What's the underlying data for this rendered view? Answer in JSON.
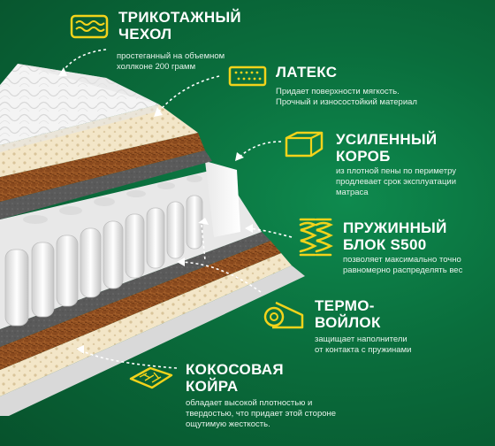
{
  "colors": {
    "accent": "#f2d31b",
    "background": "#0a6d3c"
  },
  "features": [
    {
      "id": "knit",
      "icon": "quilted-cover-icon",
      "title_lines": [
        "ТРИКОТАЖНЫЙ",
        "ЧЕХОЛ"
      ],
      "desc_lines": [
        "простеганный на объемном",
        "холлконе 200 грамм"
      ]
    },
    {
      "id": "latex",
      "icon": "latex-layer-icon",
      "title_lines": [
        "ЛАТЕКС"
      ],
      "desc_lines": [
        "Придает поверхности мягкость.",
        "Прочный и износостойкий материал"
      ]
    },
    {
      "id": "box",
      "icon": "box-frame-icon",
      "title_lines": [
        "УСИЛЕННЫЙ",
        "КОРОБ"
      ],
      "desc_lines": [
        "из плотной пены по периметру",
        "продлевает срок эксплуатации",
        "матраса"
      ]
    },
    {
      "id": "spring",
      "icon": "spring-icon",
      "title_lines": [
        "ПРУЖИННЫЙ",
        "БЛОК S500"
      ],
      "desc_lines": [
        "позволяет максимально точно",
        "равномерно распределять вес"
      ]
    },
    {
      "id": "felt",
      "icon": "felt-roll-icon",
      "title_lines": [
        "ТЕРМО-",
        "ВОЙЛОК"
      ],
      "desc_lines": [
        "защищает наполнители",
        "от контакта с пружинами"
      ]
    },
    {
      "id": "coir",
      "icon": "coconut-coir-icon",
      "title_lines": [
        "КОКОСОВАЯ",
        "КОЙРА"
      ],
      "desc_lines": [
        "обладает высокой плотностью и",
        "твердостью, что придает этой стороне",
        "ощутимую жесткость."
      ]
    }
  ]
}
